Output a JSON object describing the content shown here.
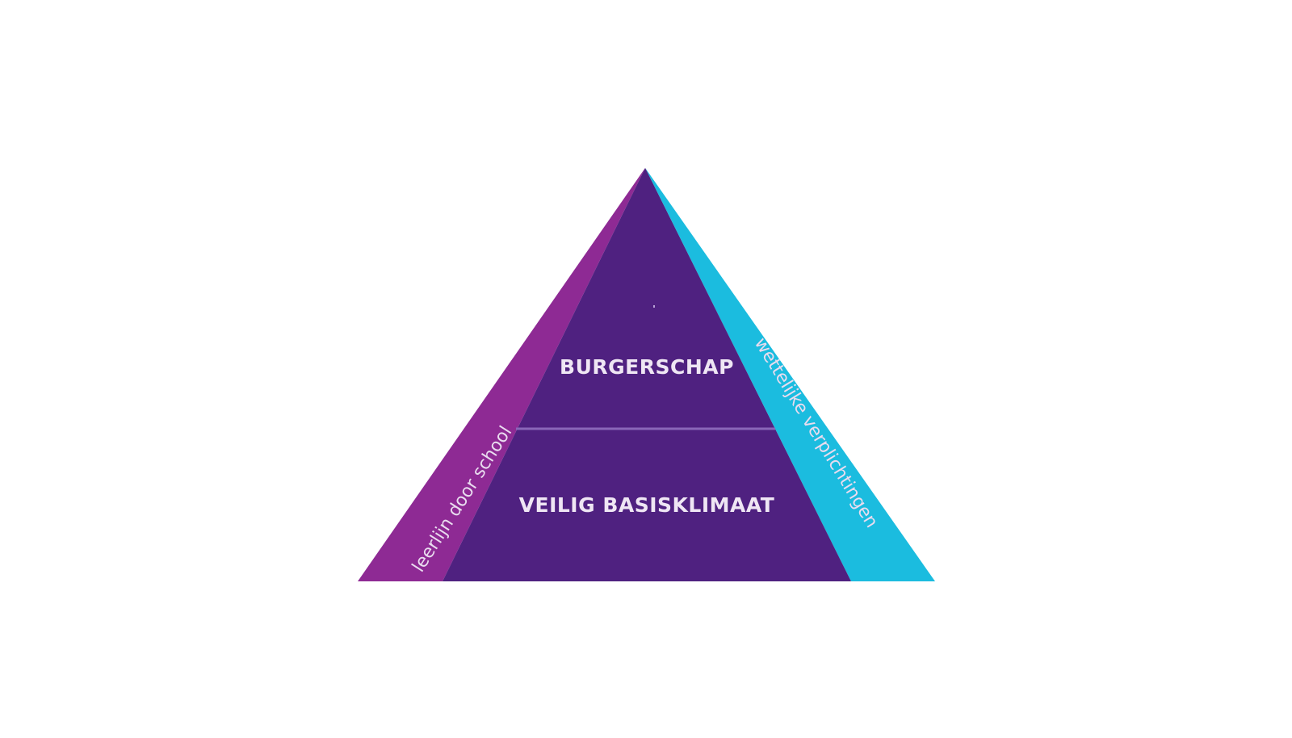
{
  "diagram": {
    "type": "pyramid",
    "colors": {
      "background": "#ffffff",
      "core": "#4f2180",
      "left_band": "#8e2a94",
      "right_band": "#1bbcdf",
      "divider": "#8a66b8",
      "text": "#efe6f4"
    },
    "tiers": [
      {
        "label": "BURGERSCHAP",
        "position": "top"
      },
      {
        "label": "VEILIG BASISKLIMAAT",
        "position": "bottom"
      }
    ],
    "side_bands": {
      "left": {
        "label": "leerlijn door school"
      },
      "right": {
        "label": "wettelijke verplichtingen"
      }
    }
  }
}
